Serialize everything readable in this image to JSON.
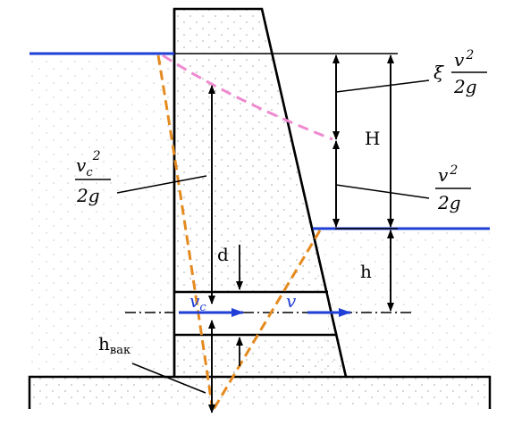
{
  "labels": {
    "H": "H",
    "h": "h",
    "d": "d",
    "h_vak_main": "h",
    "h_vak_sub": "вак",
    "xi": "ξ",
    "v": "v",
    "v_sup": "2",
    "two_g": "2g",
    "vc_v": "v",
    "vc_c": "c",
    "vc_sup": "2",
    "arrow_vc_v": "v",
    "arrow_vc_c": "c",
    "arrow_v": "v"
  },
  "colors": {
    "water_line": "#1f3fd6",
    "hydraulic_grade_line": "#e58a1f",
    "energy_line": "#f08ad0",
    "outline": "#000000",
    "fill_dots": "#b8b8b8"
  }
}
